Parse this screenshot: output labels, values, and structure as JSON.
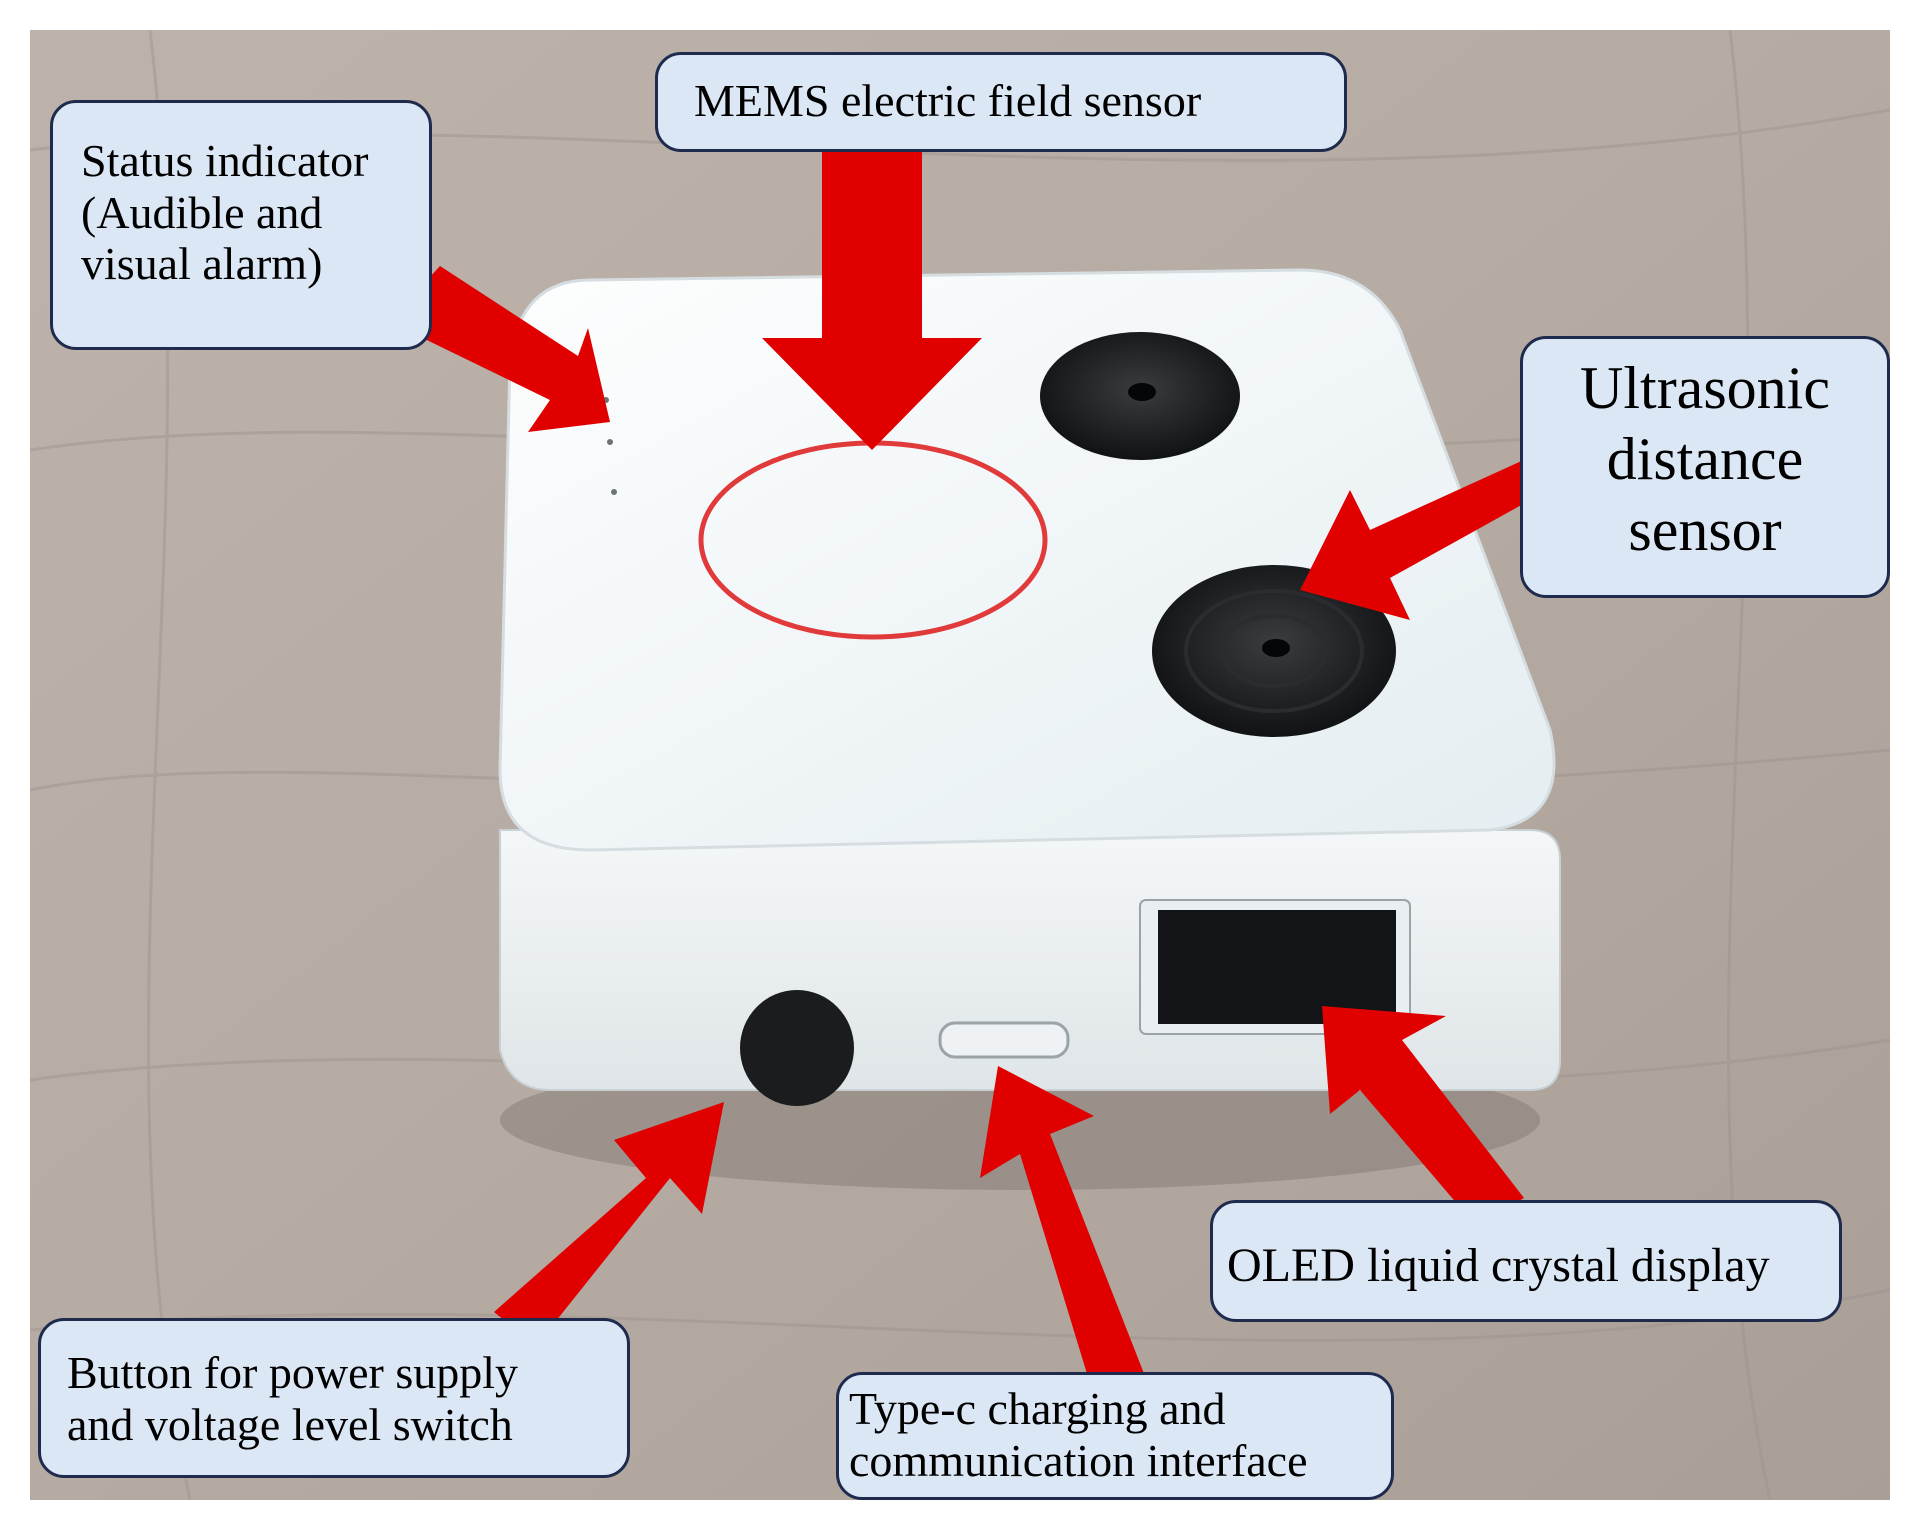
{
  "labels": {
    "status": [
      "Status indicator",
      "(Audible and",
      "visual alarm)"
    ],
    "mems": [
      "MEMS electric field sensor"
    ],
    "ultrasonic": [
      "Ultrasonic",
      "distance",
      "sensor"
    ],
    "oled": [
      "OLED liquid crystal display"
    ],
    "button": [
      "Button for power supply",
      "and voltage level switch"
    ],
    "typec": [
      "Type-c charging and",
      "communication interface"
    ]
  },
  "colors": {
    "arrow": "#e00000",
    "label_fill": "#dbe7f5",
    "label_border": "#1f2b4d",
    "device": "#f2f6f9",
    "table": "#b8aea6"
  }
}
